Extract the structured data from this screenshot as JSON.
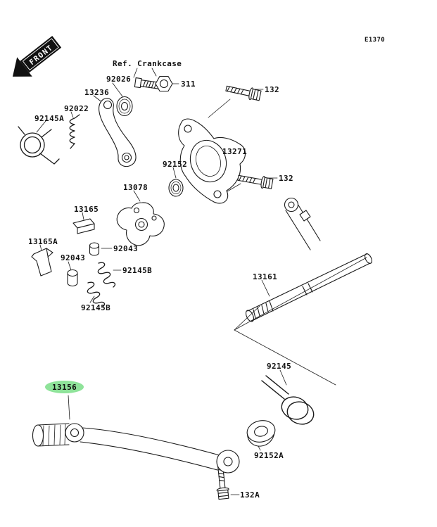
{
  "page": {
    "diagram_code": "E1370",
    "front_label": "FRONT",
    "ref_label": "Ref. Crankcase",
    "bg_color": "#ffffff",
    "line_color": "#1a1a1a"
  },
  "highlight": {
    "part": "13156",
    "color": "#8fe39a"
  },
  "parts": [
    {
      "number": "92026"
    },
    {
      "number": "311"
    },
    {
      "number": "132"
    },
    {
      "number": "13236"
    },
    {
      "number": "92022"
    },
    {
      "number": "92145A"
    },
    {
      "number": "13271"
    },
    {
      "number": "92152"
    },
    {
      "number": "132"
    },
    {
      "number": "13078"
    },
    {
      "number": "13165"
    },
    {
      "number": "13165A"
    },
    {
      "number": "92043"
    },
    {
      "number": "92043"
    },
    {
      "number": "92145B"
    },
    {
      "number": "92145B"
    },
    {
      "number": "13161"
    },
    {
      "number": "92145"
    },
    {
      "number": "13156"
    },
    {
      "number": "92152A"
    },
    {
      "number": "132A"
    }
  ]
}
